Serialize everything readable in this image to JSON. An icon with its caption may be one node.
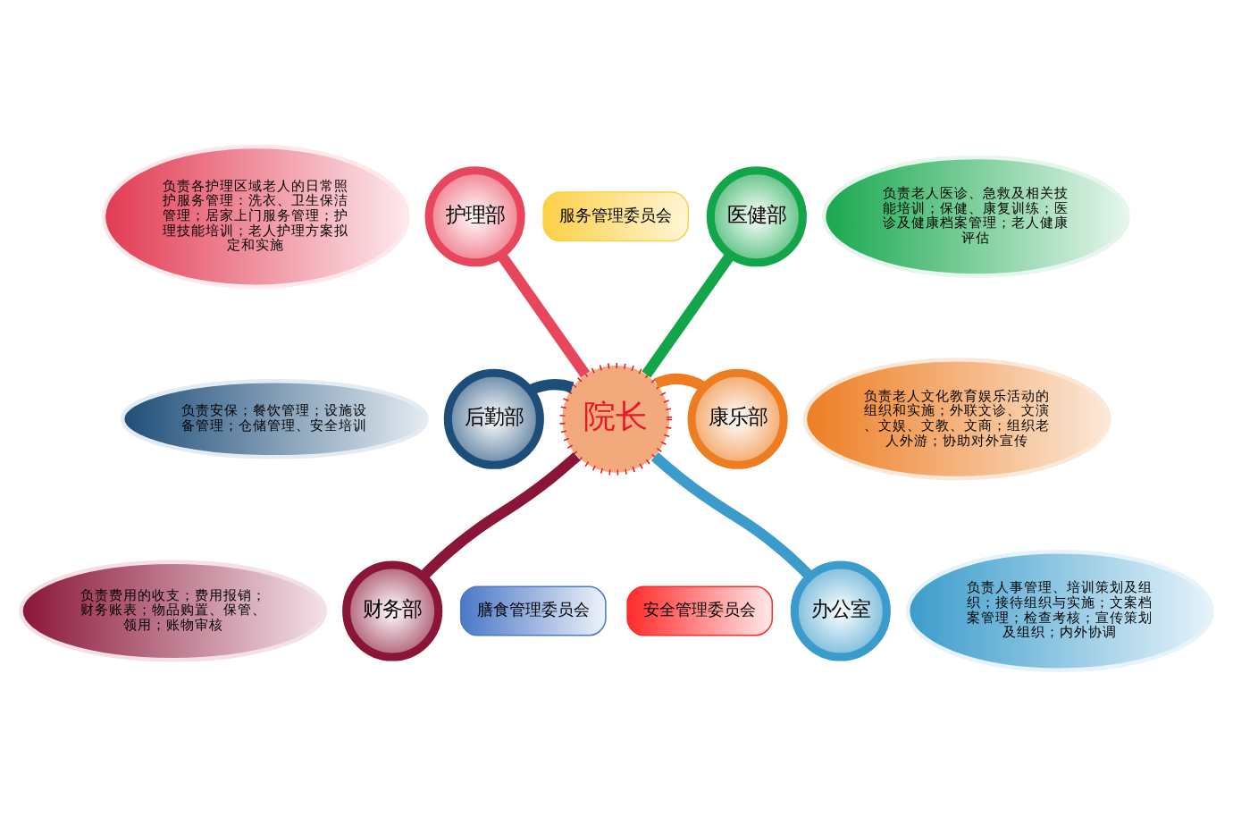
{
  "diagram": {
    "nodes": [
      {
        "text": [
          "负责各护理区域老人的日常照护服务管理：洗衣、卫生保洁管理；居家上门服务管理；护理技能培训；老人护理方案拟定和实施"
        ]
      },
      {
        "text": [
          "护理部"
        ]
      },
      {
        "text": [
          "医健部"
        ]
      },
      {
        "text": [
          "负责老人医诊、急救及相关技能培训；保健、康复训练；医诊及健康档案管理；老人健康评估"
        ]
      },
      {
        "text": [
          "服务管理委员会"
        ]
      },
      {
        "text": [
          "负责安保；餐饮管理；设施设备管理；仓储管理、安全培训"
        ]
      },
      {
        "text": [
          "后勤部"
        ]
      },
      {
        "text": [
          "膳食管理委员会"
        ]
      },
      {
        "text": [
          "院长"
        ]
      },
      {
        "text": [
          "安全管理委员会"
        ]
      },
      {
        "text": [
          "康乐部"
        ]
      },
      {
        "text": [
          "负责老人文化教育娱乐活动的组织和实施；外联文诊、文演、文娱、文教、文商；组织老人外游；协助对外宣传"
        ]
      },
      {
        "text": [
          "负责费用的收支；费用报销；财务账表；物品购置、保管、领用；账物审核"
        ]
      },
      {
        "text": [
          "财务部"
        ]
      },
      {
        "text": [
          "办公室"
        ]
      },
      {
        "text": [
          "负责人事管理、培训策划及组织；接待组织与实施；文案档案管理；检查考核；宣传策划及组织；内外协调"
        ]
      }
    ],
    "edges": [
      {
        "from": 8,
        "to": 1,
        "arrow": "none",
        "color": "#e8465c"
      },
      {
        "from": 8,
        "to": 2,
        "arrow": "none",
        "color": "#12a54a"
      },
      {
        "from": 8,
        "to": 6,
        "arrow": "none",
        "color": "#1d4e7a"
      },
      {
        "from": 8,
        "to": 10,
        "arrow": "none",
        "color": "#ee7d22"
      },
      {
        "from": 8,
        "to": 13,
        "arrow": "none",
        "color": "#8a1538"
      },
      {
        "from": 8,
        "to": 14,
        "arrow": "none",
        "color": "#3b9ccb"
      }
    ]
  }
}
